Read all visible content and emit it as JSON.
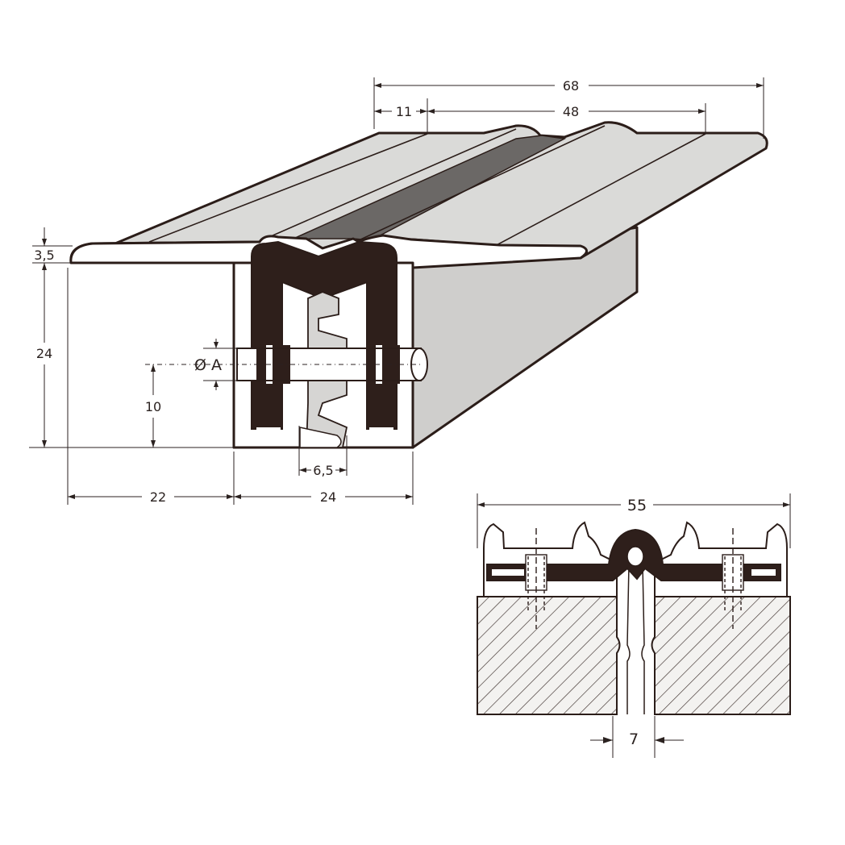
{
  "dimensions": {
    "overall_width": "68",
    "left_flange": "11",
    "right_flange": "48",
    "top_thickness": "3,5",
    "height": "24",
    "hole_height": "10",
    "hole_diameter": "Ø A",
    "groove_width": "6,5",
    "left_offset": "22",
    "body_width": "24"
  },
  "detail": {
    "overall_width": "55",
    "gap_width": "7"
  },
  "colors": {
    "ink": "#2b1d19",
    "profile_fill": "#d6d5d3",
    "insert_fill": "#2e1f1b",
    "groove_fill": "#6b6866",
    "substrate_hatch": "#3a2e2a"
  }
}
